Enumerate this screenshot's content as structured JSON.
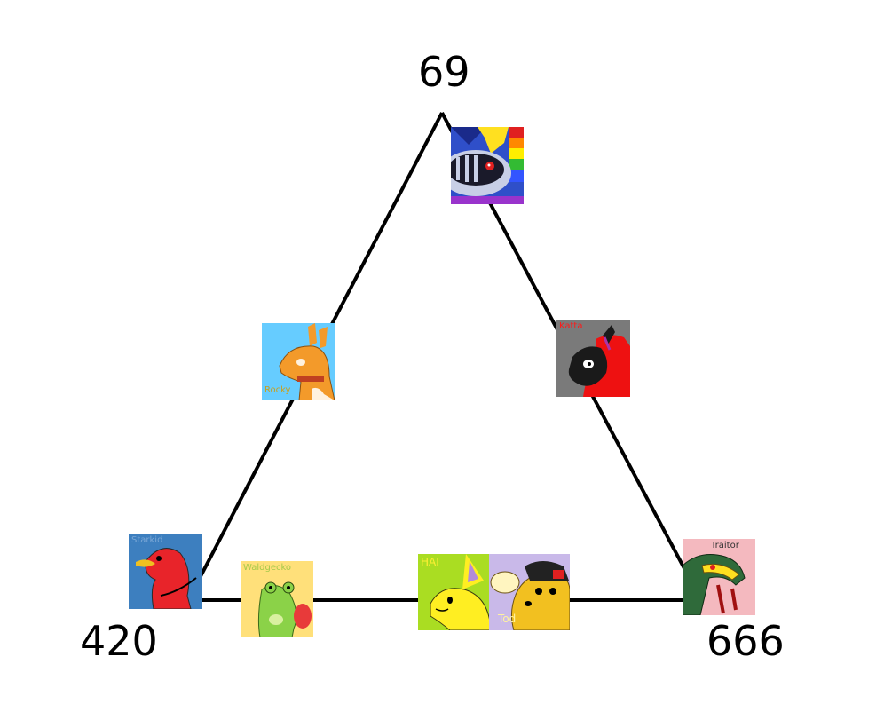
{
  "corners": {
    "top": "69",
    "bottom_left": "420",
    "bottom_right": "666"
  },
  "tiles": [
    {
      "id": "knight",
      "label": "",
      "bg": "#2f4fc9",
      "icon": "masked-knight-icon"
    },
    {
      "id": "rocky",
      "label": "Rocky",
      "label_color": "#c8a020",
      "bg": "#66ccff",
      "icon": "deer-icon"
    },
    {
      "id": "katta",
      "label": "Katta",
      "label_color": "#ff1a1a",
      "bg": "#7a7a7a",
      "icon": "red-creature-icon"
    },
    {
      "id": "starkid",
      "label": "Starkid",
      "label_color": "#7aa7d6",
      "bg": "#3d7fbf",
      "icon": "red-bird-icon"
    },
    {
      "id": "waldgecko",
      "label": "Waldgecko",
      "label_color": "#a6c94a",
      "bg": "#ffe07a",
      "icon": "green-gecko-icon"
    },
    {
      "id": "hai",
      "label": "HAI",
      "label_color": "#ffee33",
      "bg": "#aadd22",
      "icon": "yellow-fox-icon"
    },
    {
      "id": "tod",
      "label": "Tod",
      "label_color": "#fff2a0",
      "bg": "#c9b9e9",
      "icon": "yellow-mouse-cap-icon"
    },
    {
      "id": "traitor",
      "label": "Traitor",
      "label_color": "#333333",
      "bg": "#f4b9bf",
      "icon": "green-lizard-icon"
    }
  ]
}
